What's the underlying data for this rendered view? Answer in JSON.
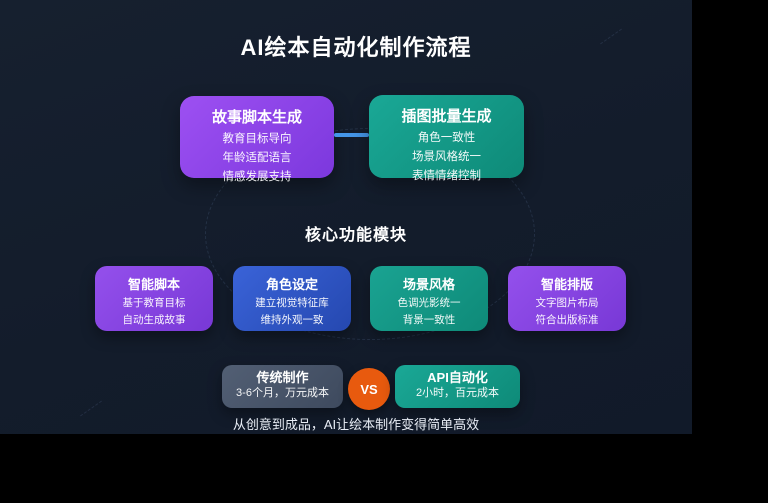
{
  "title": "AI绘本自动化制作流程",
  "flow": {
    "left_box": {
      "title": "故事脚本生成",
      "items": [
        "教育目标导向",
        "年龄适配语言",
        "情感发展支持"
      ]
    },
    "right_box": {
      "title": "插图批量生成",
      "items": [
        "角色一致性",
        "场景风格统一",
        "表情情绪控制"
      ]
    }
  },
  "modules_section": {
    "heading": "核心功能模块",
    "modules": [
      {
        "title": "智能脚本",
        "lines": [
          "基于教育目标",
          "自动生成故事"
        ]
      },
      {
        "title": "角色设定",
        "lines": [
          "建立视觉特征库",
          "维持外观一致"
        ]
      },
      {
        "title": "场景风格",
        "lines": [
          "色调光影统一",
          "背景一致性"
        ]
      },
      {
        "title": "智能排版",
        "lines": [
          "文字图片布局",
          "符合出版标准"
        ]
      }
    ]
  },
  "comparison": {
    "traditional": {
      "title": "传统制作",
      "subtitle": "3-6个月，万元成本"
    },
    "vs_label": "VS",
    "api": {
      "title": "API自动化",
      "subtitle": "2小时，百元成本"
    }
  },
  "footer": "从创意到成品，AI让绘本制作变得简单高效",
  "colors": {
    "canvas_black": "#000000",
    "slide_background": "#131c2b",
    "purple_gradient_start": "#9d50f2",
    "purple_gradient_end": "#7c38dd",
    "teal_gradient_start": "#1aa896",
    "teal_gradient_end": "#0e8a78",
    "blue_gradient_start": "#3a63d8",
    "blue_gradient_end": "#2548b0",
    "gray_gradient_start": "#525f74",
    "gray_gradient_end": "#3e4a5e",
    "vs_orange": "#e85a0e",
    "connector_blue": "#4596e8"
  }
}
